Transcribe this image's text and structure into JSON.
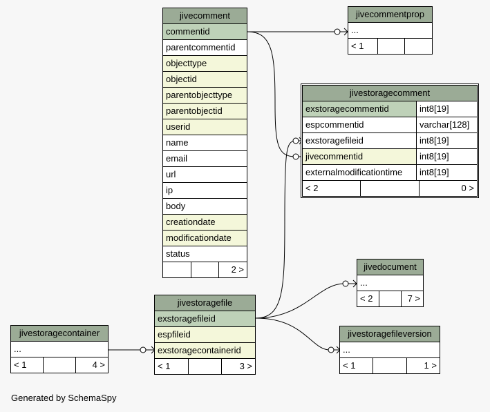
{
  "tables": {
    "jivecomment": {
      "name": "jivecomment",
      "columns": [
        "commentid",
        "parentcommentid",
        "objecttype",
        "objectid",
        "parentobjecttype",
        "parentobjectid",
        "userid",
        "name",
        "email",
        "url",
        "ip",
        "body",
        "creationdate",
        "modificationdate",
        "status"
      ],
      "nav": [
        "",
        "",
        "2 >"
      ]
    },
    "jivecommentprop": {
      "name": "jivecommentprop",
      "columns": [
        "..."
      ],
      "nav": [
        "< 1",
        "",
        ""
      ]
    },
    "jivestoragecomment": {
      "name": "jivestoragecomment",
      "columns": [
        {
          "name": "exstoragecommentid",
          "type": "int8[19]"
        },
        {
          "name": "espcommentid",
          "type": "varchar[128]"
        },
        {
          "name": "exstoragefileid",
          "type": "int8[19]"
        },
        {
          "name": "jivecommentid",
          "type": "int8[19]"
        },
        {
          "name": "externalmodificationtime",
          "type": "int8[19]"
        }
      ],
      "nav": [
        "< 2",
        "",
        "0 >"
      ]
    },
    "jivedocument": {
      "name": "jivedocument",
      "columns": [
        "..."
      ],
      "nav": [
        "< 2",
        "",
        "7 >"
      ]
    },
    "jivestoragefile": {
      "name": "jivestoragefile",
      "columns": [
        "exstoragefileid",
        "espfileid",
        "exstoragecontainerid"
      ],
      "nav": [
        "< 1",
        "",
        "3 >"
      ]
    },
    "jivestoragecontainer": {
      "name": "jivestoragecontainer",
      "columns": [
        "..."
      ],
      "nav": [
        "< 1",
        "",
        "4 >"
      ]
    },
    "jivestoragefileversion": {
      "name": "jivestoragefileversion",
      "columns": [
        "..."
      ],
      "nav": [
        "< 1",
        "",
        "1 >"
      ]
    }
  },
  "footer": "Generated by SchemaSpy",
  "colors": {
    "header": "#9bab96",
    "primary_key": "#bed1b8",
    "foreign_key": "#f4f7da",
    "background": "#f7f7f7"
  }
}
